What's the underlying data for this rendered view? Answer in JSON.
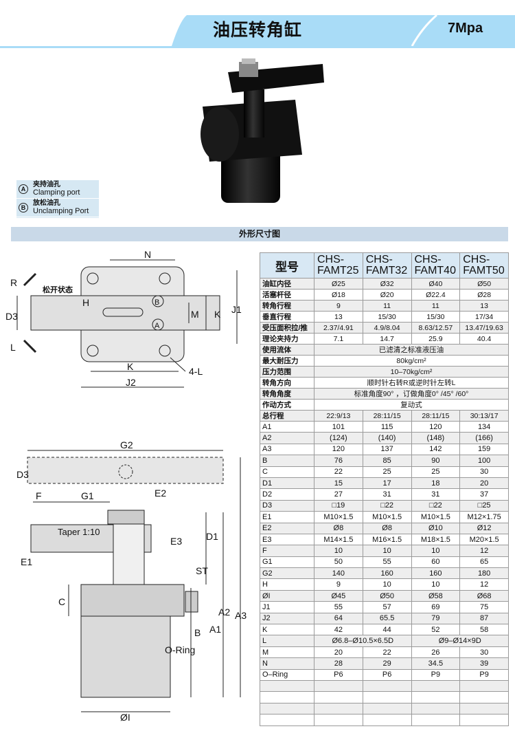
{
  "header": {
    "title": "油压转角缸",
    "pressure": "7Mpa"
  },
  "legend": [
    {
      "mark": "A",
      "cn": "夹持油孔",
      "en": "Clamping port"
    },
    {
      "mark": "B",
      "cn": "放松油孔",
      "en": "Unclamping Port"
    }
  ],
  "section_title": "外形尺寸图",
  "diagram_top": {
    "N": "N",
    "R": "R",
    "release_state": "松开状态",
    "D3": "D3",
    "H": "H",
    "M": "M",
    "K_right": "K",
    "J1": "J1",
    "L": "L",
    "K": "K",
    "J2": "J2",
    "holes": "4-L",
    "A": "A",
    "B": "B"
  },
  "diagram_side": {
    "G2": "G2",
    "D3": "D3",
    "E2": "E2",
    "F": "F",
    "G1": "G1",
    "taper": "Taper 1:10",
    "E3": "E3",
    "E1": "E1",
    "D1": "D1",
    "ST": "ST",
    "C": "C",
    "A1": "A1",
    "A2": "A2",
    "A3": "A3",
    "B": "B",
    "oring": "O-Ring",
    "I": "ØI"
  },
  "table": {
    "model_label": "型号",
    "models": [
      [
        "CHS-",
        "FAMT25"
      ],
      [
        "CHS-",
        "FAMT32"
      ],
      [
        "CHS-",
        "FAMT40"
      ],
      [
        "CHS-",
        "FAMT50"
      ]
    ],
    "spec_rows": [
      {
        "label": "油缸内径",
        "values": [
          "Ø25",
          "Ø32",
          "Ø40",
          "Ø50"
        ]
      },
      {
        "label": "活塞杆径",
        "values": [
          "Ø18",
          "Ø20",
          "Ø22.4",
          "Ø28"
        ]
      },
      {
        "label": "转角行程",
        "values": [
          "9",
          "11",
          "11",
          "13"
        ]
      },
      {
        "label": "垂直行程",
        "values": [
          "13",
          "15/30",
          "15/30",
          "17/34"
        ]
      },
      {
        "label": "受压面积拉/推",
        "values": [
          "2.37/4.91",
          "4.9/8.04",
          "8.63/12.57",
          "13.47/19.63"
        ]
      },
      {
        "label": "理论夹持力",
        "values": [
          "7.1",
          "14.7",
          "25.9",
          "40.4"
        ]
      }
    ],
    "merged_rows": [
      {
        "label": "使用流体",
        "value": "已滤清之标准液压油"
      },
      {
        "label": "最大耐压力",
        "value": "80kg/cm²"
      },
      {
        "label": "压力范围",
        "value": "10–70kg/cm²"
      },
      {
        "label": "转角方向",
        "value": "顺时针右转R或逆时针左转L"
      },
      {
        "label": "转角角度",
        "value": "标准角度90° ，订做角度0° /45° /60°"
      },
      {
        "label": "作动方式",
        "value": "复动式"
      }
    ],
    "dim_rows": [
      {
        "label": "总行程",
        "values": [
          "22:9/13",
          "28:11/15",
          "28:11/15",
          "30:13/17"
        ]
      },
      {
        "label": "A1",
        "values": [
          "101",
          "115",
          "120",
          "134"
        ]
      },
      {
        "label": "A2",
        "values": [
          "(124)",
          "(140)",
          "(148)",
          "(166)"
        ]
      },
      {
        "label": "A3",
        "values": [
          "120",
          "137",
          "142",
          "159"
        ]
      },
      {
        "label": "B",
        "values": [
          "76",
          "85",
          "90",
          "100"
        ]
      },
      {
        "label": "C",
        "values": [
          "22",
          "25",
          "25",
          "30"
        ]
      },
      {
        "label": "D1",
        "values": [
          "15",
          "17",
          "18",
          "20"
        ]
      },
      {
        "label": "D2",
        "values": [
          "27",
          "31",
          "31",
          "37"
        ]
      },
      {
        "label": "D3",
        "values": [
          "□19",
          "□22",
          "□22",
          "□25"
        ]
      },
      {
        "label": "E1",
        "values": [
          "M10×1.5",
          "M10×1.5",
          "M10×1.5",
          "M12×1.75"
        ]
      },
      {
        "label": "E2",
        "values": [
          "Ø8",
          "Ø8",
          "Ø10",
          "Ø12"
        ]
      },
      {
        "label": "E3",
        "values": [
          "M14×1.5",
          "M16×1.5",
          "M18×1.5",
          "M20×1.5"
        ]
      },
      {
        "label": "F",
        "values": [
          "10",
          "10",
          "10",
          "12"
        ]
      },
      {
        "label": "G1",
        "values": [
          "50",
          "55",
          "60",
          "65"
        ]
      },
      {
        "label": "G2",
        "values": [
          "140",
          "160",
          "160",
          "180"
        ]
      },
      {
        "label": "H",
        "values": [
          "9",
          "10",
          "10",
          "12"
        ]
      },
      {
        "label": "ØI",
        "values": [
          "Ø45",
          "Ø50",
          "Ø58",
          "Ø68"
        ]
      },
      {
        "label": "J1",
        "values": [
          "55",
          "57",
          "69",
          "75"
        ]
      },
      {
        "label": "J2",
        "values": [
          "64",
          "65.5",
          "79",
          "87"
        ]
      },
      {
        "label": "K",
        "values": [
          "42",
          "44",
          "52",
          "58"
        ]
      }
    ],
    "L_row": {
      "label": "L",
      "values": [
        "Ø6.8–Ø10.5×6.5D",
        "Ø9–Ø14×9D"
      ]
    },
    "tail_rows": [
      {
        "label": "M",
        "values": [
          "20",
          "22",
          "26",
          "30"
        ]
      },
      {
        "label": "N",
        "values": [
          "28",
          "29",
          "34.5",
          "39"
        ]
      },
      {
        "label": "O–Ring",
        "values": [
          "P6",
          "P6",
          "P9",
          "P9"
        ]
      }
    ]
  }
}
